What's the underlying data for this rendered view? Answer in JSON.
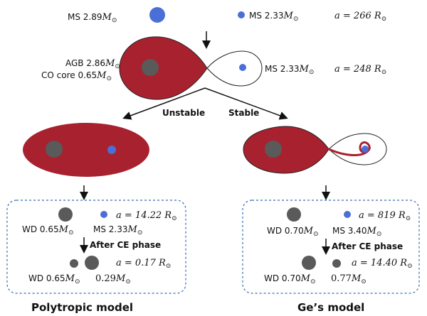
{
  "top": {
    "ms1": "MS 2.89",
    "ms2": "MS 2.33",
    "sep": "266"
  },
  "roche": {
    "agb": "AGB 2.86",
    "core": "CO core 0.65",
    "ms": "MS 2.33",
    "sep": "248"
  },
  "branches": {
    "left": "Unstable",
    "right": "Stable"
  },
  "poly": {
    "sep1": "14.22",
    "wd1": "WD 0.65",
    "ms1": "MS 2.33",
    "phase": "After CE phase",
    "sep2": "0.17",
    "wd2": "WD 0.65",
    "m2": "0.29",
    "caption": "Polytropic model"
  },
  "ge": {
    "sep1": "819",
    "wd1": "WD 0.70",
    "ms1": "MS 3.40",
    "phase": "After CE phase",
    "sep2": "14.40",
    "wd2": "WD 0.70",
    "m2": "0.77",
    "caption": "Ge’s model"
  },
  "symbols": {
    "msun": "M",
    "rsun": "R",
    "odot": "⊙",
    "a_eq": "a = "
  },
  "colors": {
    "star_red": "#a8212f",
    "ms_blue": "#4a6fd6",
    "core_gray": "#5a5a5a",
    "box_border": "#3a6fb0"
  }
}
